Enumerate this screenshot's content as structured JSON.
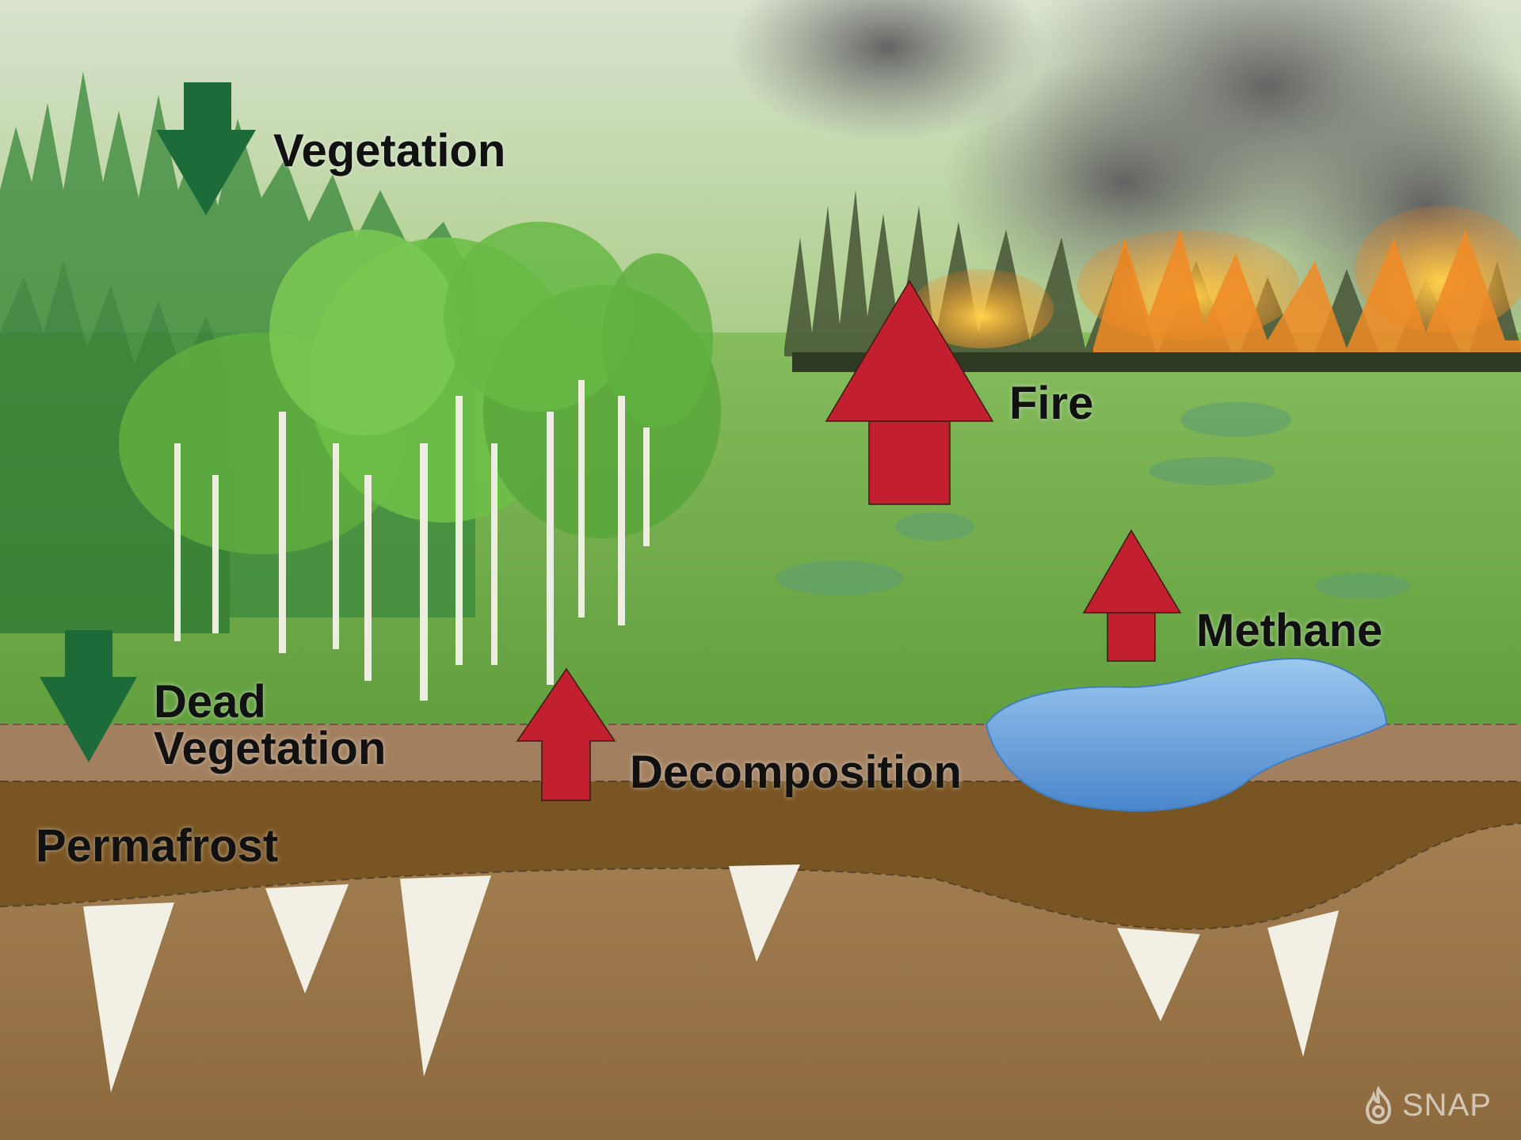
{
  "labels": {
    "vegetation": "Vegetation",
    "dead_line1": "Dead",
    "dead_line2": "Vegetation",
    "decomposition": "Decomposition",
    "fire": "Fire",
    "methane": "Methane",
    "permafrost": "Permafrost"
  },
  "logo": {
    "text": "SNAP",
    "icon": "snap-flame-icon"
  },
  "arrows": [
    {
      "name": "vegetation-arrow",
      "direction": "down",
      "color": "#1e6b3a"
    },
    {
      "name": "dead-vegetation-arrow",
      "direction": "down",
      "color": "#1e6b3a"
    },
    {
      "name": "decomposition-arrow",
      "direction": "up",
      "color": "#c21f2f"
    },
    {
      "name": "fire-arrow",
      "direction": "up",
      "color": "#c21f2f"
    },
    {
      "name": "methane-arrow",
      "direction": "up",
      "color": "#c21f2f"
    }
  ],
  "colors": {
    "decrease": "#1e6b3a",
    "increase": "#c21f2f",
    "soil_active": "#a0785a",
    "soil_permafrost": "#7a5524",
    "soil_deep": "#9b7547",
    "water": "#5b9bd8",
    "fire": "#f08a24",
    "smoke": "#6f6f6f"
  }
}
